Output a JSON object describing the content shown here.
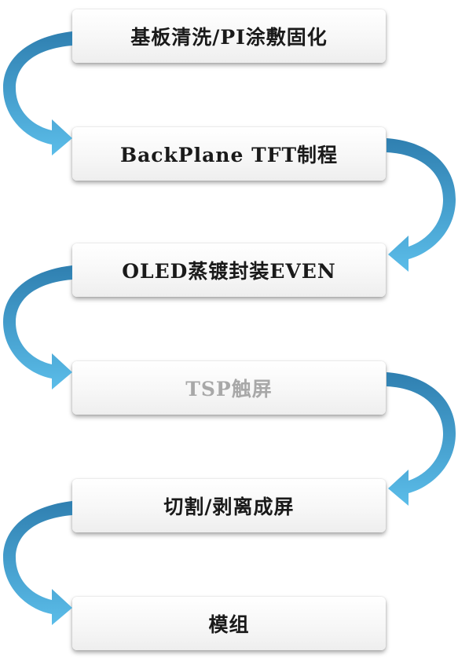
{
  "steps": [
    {
      "label": "基板清洗/PI涂敷固化",
      "muted": false
    },
    {
      "label": "BackPlane TFT制程",
      "muted": false
    },
    {
      "label": "OLED蒸镀封装EVEN",
      "muted": false
    },
    {
      "label": "TSP触屏",
      "muted": true
    },
    {
      "label": "切割/剥离成屏",
      "muted": false
    },
    {
      "label": "模组",
      "muted": false
    }
  ],
  "colors": {
    "arrow_dark": "#2f7fb0",
    "arrow_light": "#55b8e6",
    "text": "#1a1a1a",
    "text_muted": "#a8a8a8"
  }
}
